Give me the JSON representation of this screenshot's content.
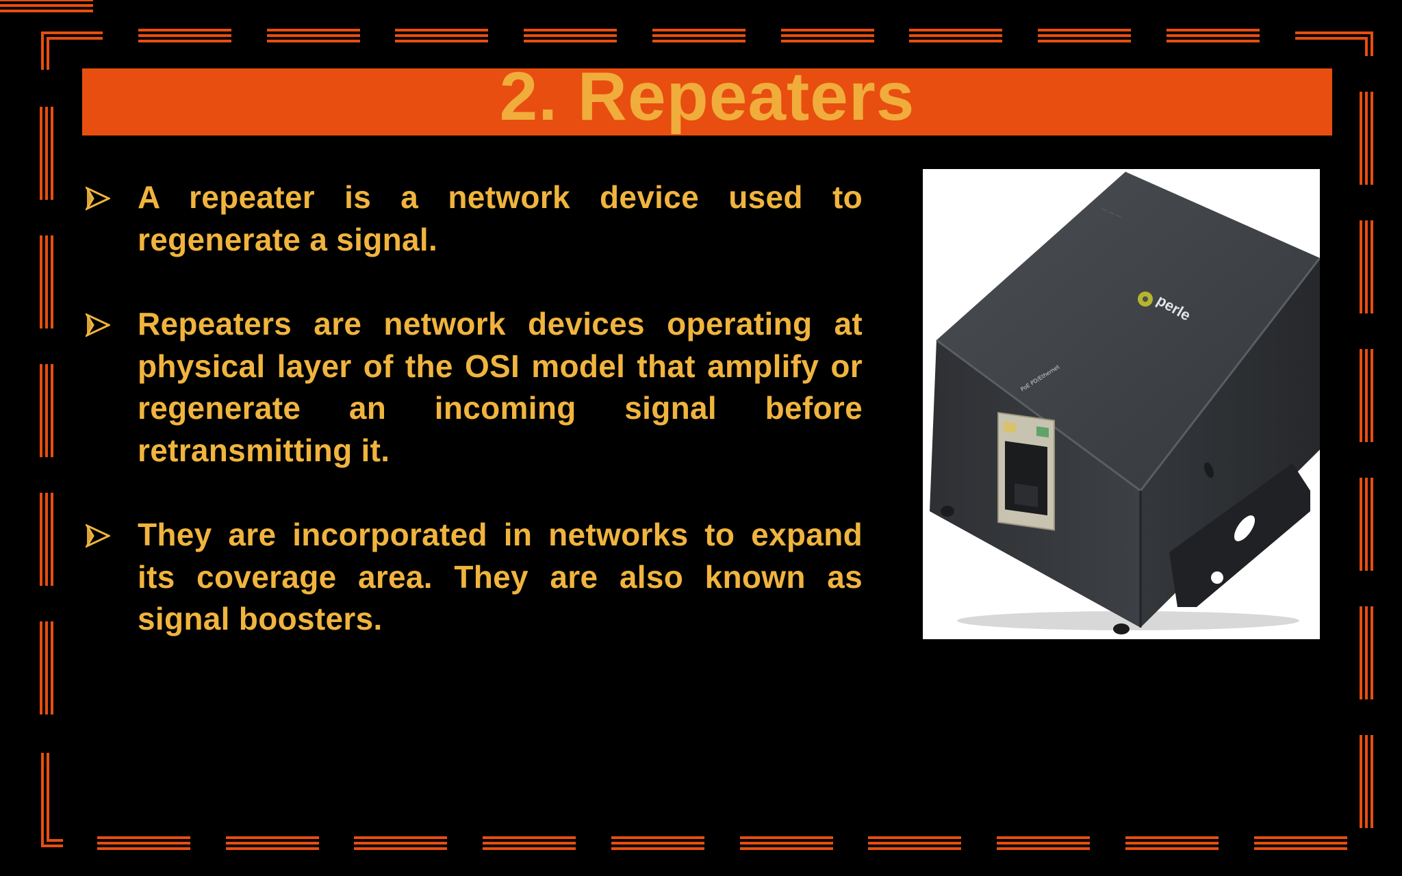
{
  "slide": {
    "title": "2. Repeaters",
    "bullets": [
      "A repeater is a network device used to regenerate a signal.",
      "Repeaters are network devices operating at physical layer of the OSI model that amplify or regenerate an incoming signal before retransmitting it.",
      "They are incorporated in networks to expand its coverage area. They are also known as signal boosters."
    ],
    "bullet_icon": "arrowhead-bullet-icon",
    "image": {
      "brand_text": "perle",
      "port_label": "PoE PD/Ethernet"
    }
  },
  "colors": {
    "background": "#000000",
    "title_bar": "#e84e0f",
    "title_text": "#f0ad3c",
    "body_text": "#f0b43e",
    "border": "#e84e0f"
  }
}
